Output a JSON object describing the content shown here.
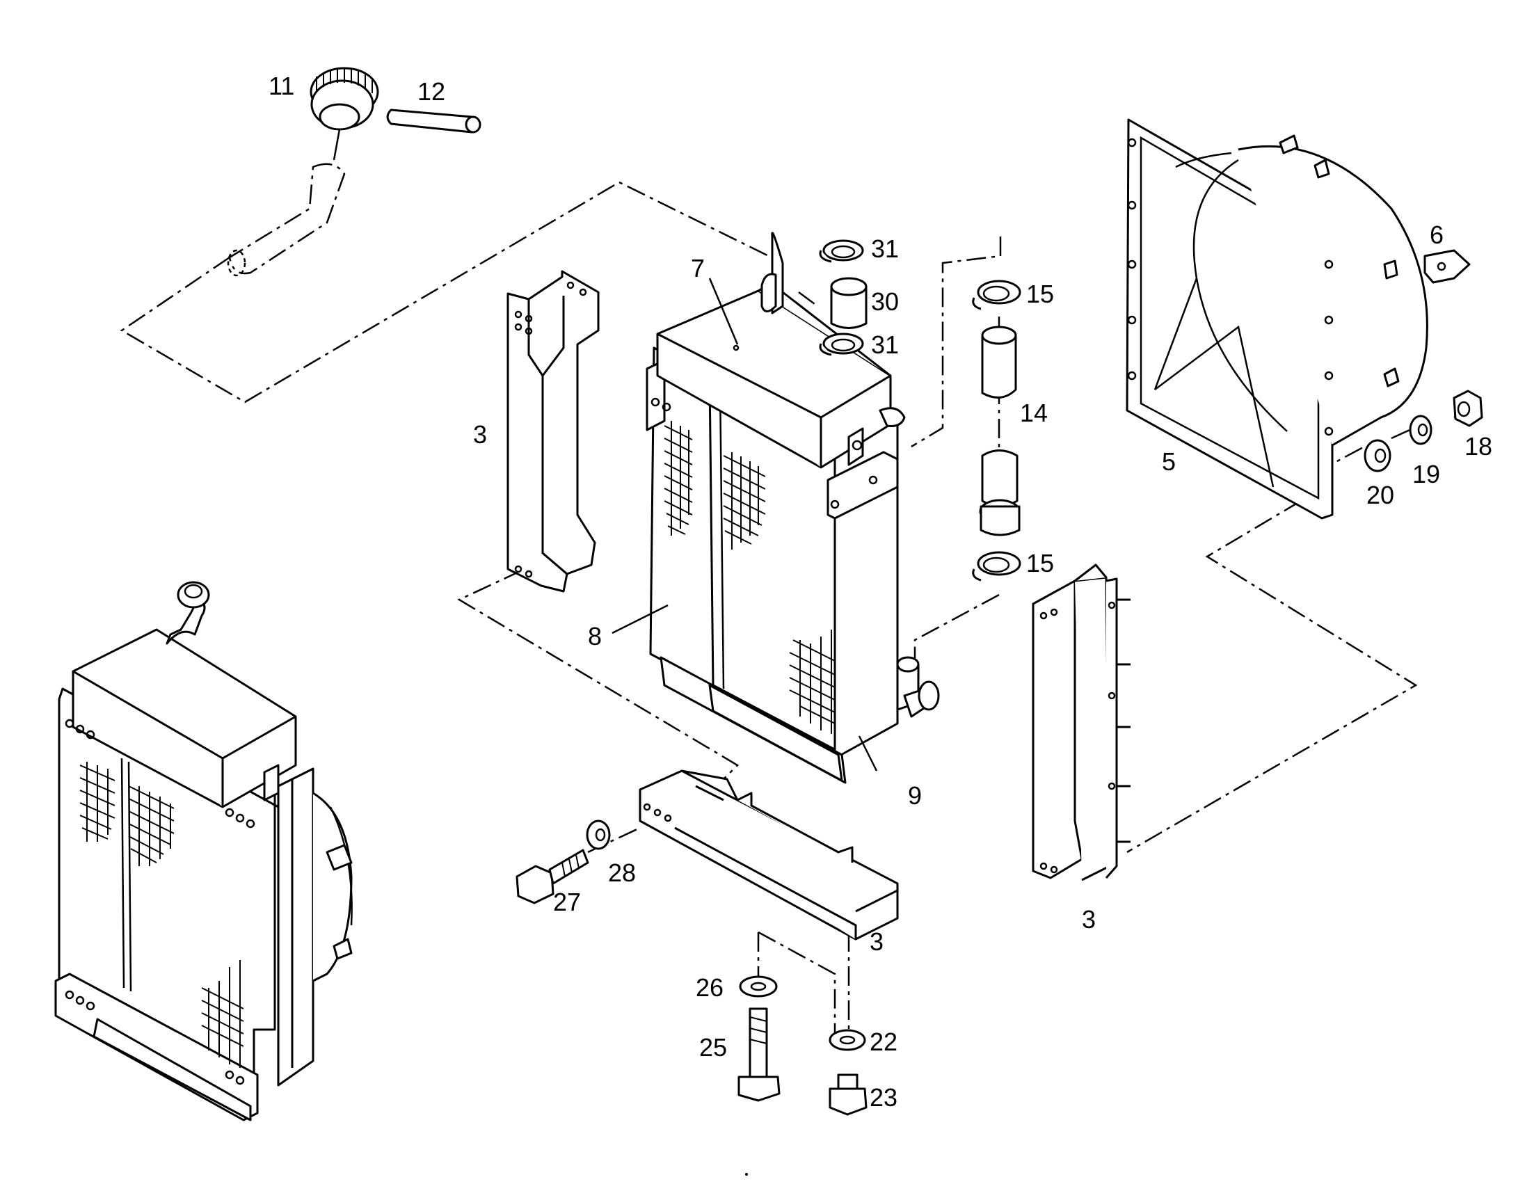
{
  "diagram": {
    "callouts": {
      "p3_left": "3",
      "p3_bottom": "3",
      "p3_right": "3",
      "p5": "5",
      "p6": "6",
      "p7": "7",
      "p8": "8",
      "p9": "9",
      "p11": "11",
      "p12": "12",
      "p14": "14",
      "p15_top": "15",
      "p15_bottom": "15",
      "p18": "18",
      "p19": "19",
      "p20": "20",
      "p22": "22",
      "p23": "23",
      "p25": "25",
      "p26": "26",
      "p27": "27",
      "p28": "28",
      "p30": "30",
      "p31_top": "31",
      "p31_bottom": "31"
    },
    "line_color": "#000000",
    "background_color": "#ffffff"
  }
}
